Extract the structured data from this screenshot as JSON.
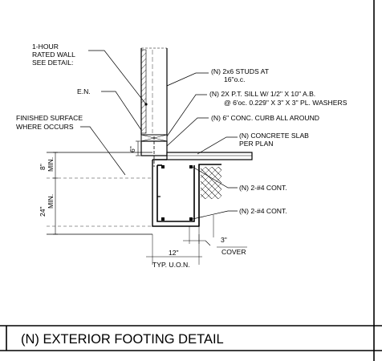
{
  "title": "(N) EXTERIOR FOOTING DETAIL",
  "notes": {
    "rated_wall": [
      "1-HOUR",
      "RATED WALL",
      "SEE DETAIL:"
    ],
    "studs": [
      "(N) 2x6 STUDS AT",
      "16\"o.c."
    ],
    "en": "E.N.",
    "sill": [
      "(N) 2X P.T. SILL W/ 1/2\" X 10\" A.B.",
      "@ 6'oc. 0.229\" X 3\" X 3\" PL. WASHERS"
    ],
    "finished_surface": [
      "FINISHED SURFACE",
      "WHERE OCCURS"
    ],
    "curb": "(N) 6\" CONC. CURB ALL AROUND",
    "slab": [
      "(N) CONCRETE SLAB",
      "PER PLAN"
    ],
    "rebar_top": "(N) 2-#4 CONT.",
    "rebar_bottom": "(N) 2-#4 CONT.",
    "cover_dim": "3\"",
    "cover": "COVER",
    "width_dim": "12\"",
    "width_note": "TYP. U.O.N."
  },
  "dimensions": {
    "curb_height": "6\"",
    "depth_min": [
      "8\"",
      "MIN."
    ],
    "footing_min": [
      "24\"",
      "MIN."
    ]
  }
}
